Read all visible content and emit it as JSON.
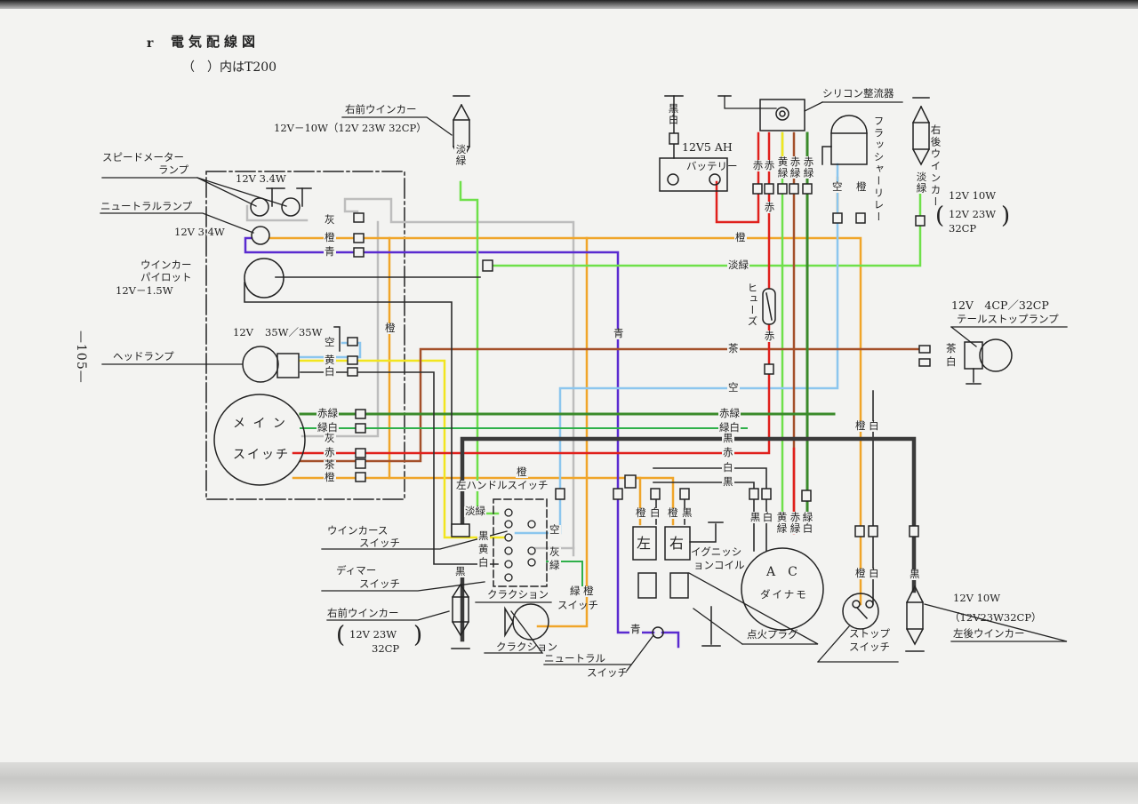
{
  "header": {
    "section": "r",
    "title": "電気配線図",
    "note": "（　）内はT200",
    "page_number": "—105—"
  },
  "front_right_winker_top": {
    "label": "右前ウインカー",
    "spec": "12V－10W（12V 23W 32CP）",
    "wire": "淡緑"
  },
  "speedometer_lamp": {
    "label1": "スピードメーター",
    "label2": "ランプ",
    "spec": "12V 3.4W"
  },
  "neutral_lamp": {
    "label": "ニュートラルランプ",
    "spec": "12V 3.4W"
  },
  "winker_pilot": {
    "label1": "ウインカー",
    "label2": "パイロット",
    "spec": "12V－1.5W"
  },
  "headlamp": {
    "label": "ヘッドランプ",
    "volt": "12V",
    "watt": "35W／35W",
    "wires": [
      "空",
      "黄",
      "白"
    ]
  },
  "meter_wires": [
    "灰",
    "橙",
    "青"
  ],
  "main_switch": {
    "label1": "メ イ ン",
    "label2": "スイッチ",
    "wires": [
      "赤緑",
      "緑白",
      "灰",
      "赤",
      "茶",
      "橙"
    ]
  },
  "harness": {
    "orange": "橙",
    "light_green": "淡緑",
    "orange_vertical": "橙",
    "blue_vertical": "青",
    "brown": "茶",
    "sky": "空",
    "red_green": "赤緑",
    "green_white": "緑白",
    "black": "黒",
    "red": "赤",
    "white": "白",
    "black2": "黒",
    "orange_low": "橙"
  },
  "battery": {
    "ground_wire": "黒白",
    "spec": "12V5 AH",
    "label": "バッテリー"
  },
  "rectifier": {
    "label": "シリコン整流器",
    "wires": [
      "赤",
      "赤",
      "黄緑",
      "赤緑",
      "赤緑"
    ],
    "red_below": "赤"
  },
  "flasher_relay": {
    "label": "フラッシャーリレー",
    "wires": [
      "空",
      "橙"
    ]
  },
  "rear_right_winker": {
    "label": "右後ウインカー",
    "wire": "淡緑",
    "spec1": "12V 10W",
    "spec2": "12V 23W",
    "spec3": "32CP",
    "open": "(",
    "close": ")"
  },
  "fuse": {
    "label": "ヒューズ",
    "wire": "赤"
  },
  "tail_stop_lamp": {
    "spec": "12V　4CP／32CP",
    "label": "テールストップランプ",
    "wires": [
      "茶",
      "白"
    ]
  },
  "left_handle_switch": {
    "label": "左ハンドルスイッチ",
    "wire_top": "橙",
    "wires_left": [
      "淡緑",
      "黒",
      "黄",
      "白"
    ],
    "wires_right": [
      "空",
      "灰",
      "緑"
    ]
  },
  "winker_switch": {
    "label1": "ウインカース",
    "label2": "スイッチ"
  },
  "dimmer_switch": {
    "label1": "ディマー",
    "label2": "スイッチ"
  },
  "front_right_winker_bottom": {
    "wire": "黒",
    "label": "右前ウインカー",
    "spec1": "12V 23W",
    "spec2": "32CP",
    "open": "(",
    "close": ")"
  },
  "horn_switch": {
    "label": "クラクション",
    "wires": "緑 橙",
    "label2": "スイッチ"
  },
  "horn": {
    "label": "クラクション"
  },
  "neutral_switch": {
    "label1": "ニュートラル",
    "label2": "スイッチ",
    "wire": "青"
  },
  "ignition_coil": {
    "left": "左",
    "right": "右",
    "label1": "イグニッシ",
    "label2": "ョンコイル",
    "wires": [
      "橙",
      "白",
      "橙",
      "黒"
    ]
  },
  "spark_plug": {
    "label": "点火プラグ"
  },
  "dynamo": {
    "label1": "A　C",
    "label2": "ダイナモ",
    "wires": [
      "黒",
      "白",
      "黄緑",
      "赤緑",
      "緑白"
    ]
  },
  "stop_switch": {
    "label1": "ストップ",
    "label2": "スイッチ",
    "wires_top": "橙 白",
    "wires_bottom": "橙 白"
  },
  "rear_left_winker": {
    "wire": "黒",
    "spec1": "12V 10W",
    "spec2": "（12V23W32CP）",
    "label": "左後ウインカー"
  },
  "wire_colors": {
    "orange": "#f0a52a",
    "blue": "#5a2bd0",
    "light_green": "#6ee04a",
    "red": "#e0201c",
    "yellow": "#f2e51e",
    "brown": "#a4502a",
    "sky": "#8cc6ee",
    "gray": "#bdbdbd",
    "dark_green": "#2e8a2e",
    "red_green": "#7a6a2a",
    "black": "#2a2a2a"
  }
}
